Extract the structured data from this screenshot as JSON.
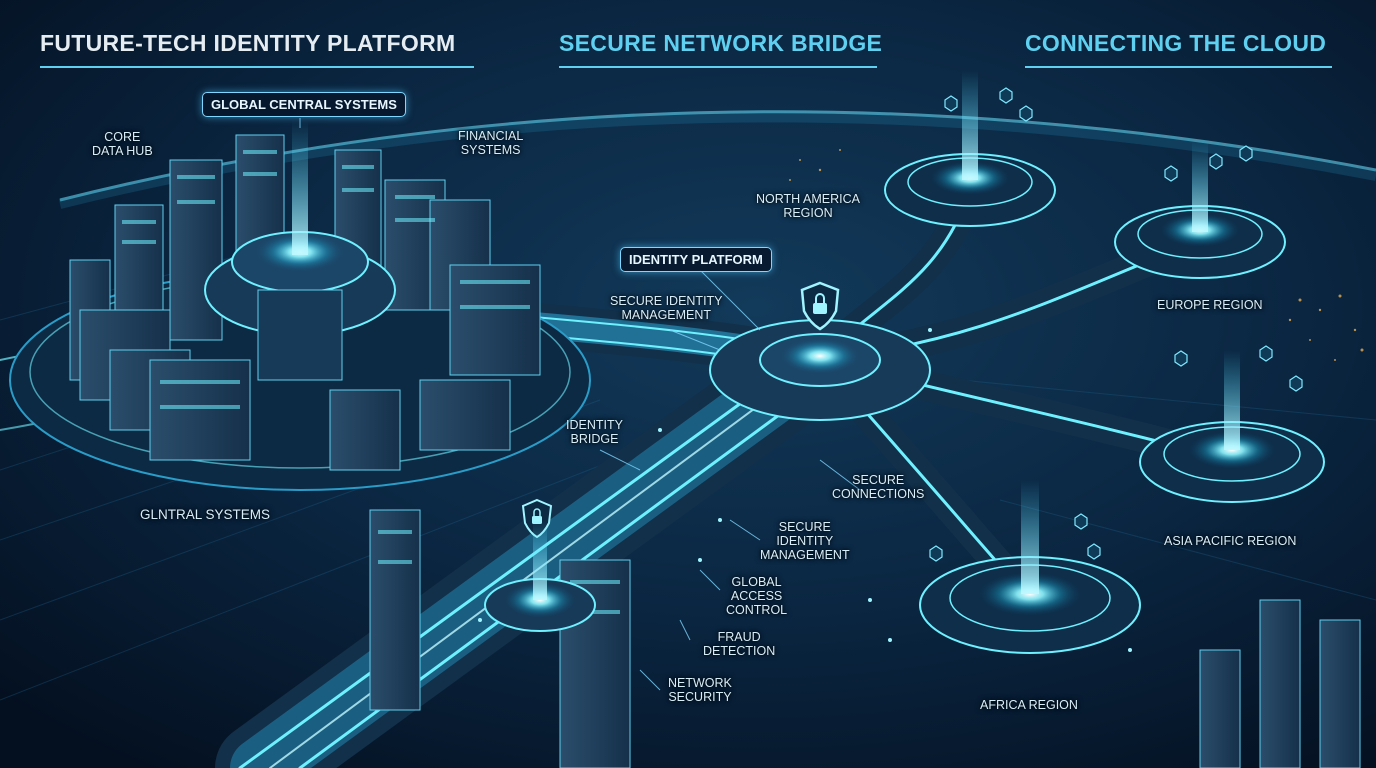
{
  "headers": {
    "left": "FUTURE-TECH IDENTITY PLATFORM",
    "center": "SECURE NETWORK BRIDGE",
    "right": "CONNECTING THE CLOUD"
  },
  "labels": {
    "global_central_systems": "GLOBAL CENTRAL SYSTEMS",
    "core_data_hub": "CORE\nDATA HUB",
    "financial_systems": "FINANCIAL\nSYSTEMS",
    "identity_platform": "IDENTITY PLATFORM",
    "secure_identity_management_top": "SECURE IDENTITY\nMANAGEMENT",
    "identity_bridge": "IDENTITY\nBRIDGE",
    "glntral_systems": "GLNTRAL SYSTEMS",
    "north_america_region": "NORTH AMERICA\nREGION",
    "europe_region": "EUROPE REGION",
    "asia_pacific_region": "ASIA PACIFIC REGION",
    "africa_region": "AFRICA REGION",
    "secure_connections": "SECURE\nCONNECTIONS",
    "secure_identity_management_bottom": "SECURE\nIDENTITY\nMANAGEMENT",
    "global_access_control": "GLOBAL\nACCESS\nCONTROL",
    "fraud_detection": "FRAUD\nDETECTION",
    "network_security": "NETWORK\nSECURITY"
  },
  "colors": {
    "background": "#071a2c",
    "header_left": "#e6edf2",
    "header_accent": "#5fd0f0",
    "glow": "#6ff0ff",
    "pipe": "#1f7fa8",
    "building": "#1e3b55"
  },
  "icons": [
    "shield-lock-icon",
    "padlock-icon",
    "hexagon-data-icon"
  ]
}
